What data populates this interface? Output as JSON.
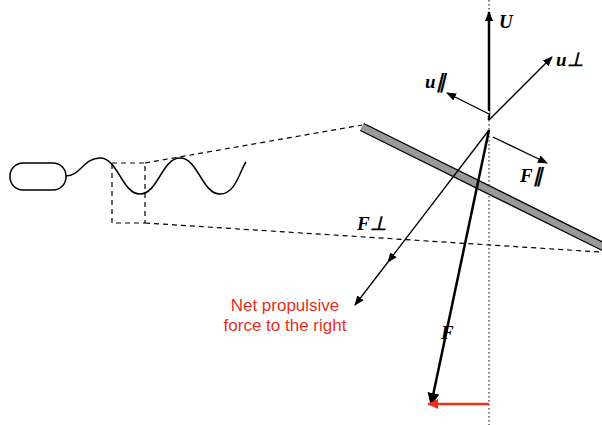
{
  "diagram": {
    "labels": [
      "U",
      "u∥",
      "u⊥",
      "F∥",
      "F⊥",
      "F",
      "Net propulsive force to the right"
    ]
  }
}
